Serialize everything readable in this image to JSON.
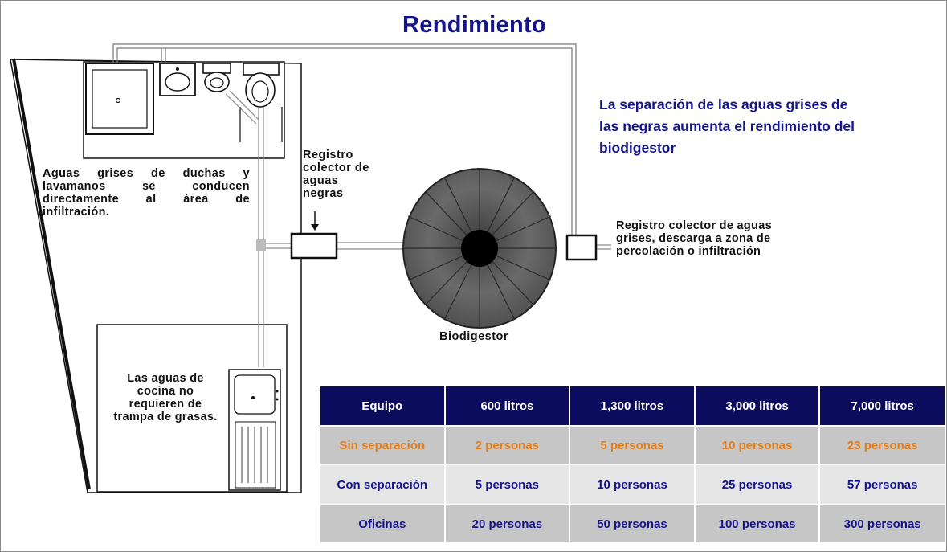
{
  "title": "Rendimiento",
  "note": "La separación de las aguas grises de las negras aumenta el rendimiento del biodigestor",
  "labels": {
    "grey_water": "Aguas grises de duchas y lavamanos se conducen directamente al área de infiltración.",
    "black_register": "Registro colector de aguas negras",
    "grey_register": "Registro colector de aguas grises, descarga a zona de percolación o infiltración",
    "biodigester": "Biodigestor",
    "kitchen": "Las aguas de cocina no requieren de trampa de grasas."
  },
  "table": {
    "headers": [
      "Equipo",
      "600 litros",
      "1,300 litros",
      "3,000 litros",
      "7,000 litros"
    ],
    "rows": [
      [
        "Sin separación",
        "2 personas",
        "5 personas",
        "10 personas",
        "23 personas"
      ],
      [
        "Con separación",
        "5 personas",
        "10 personas",
        "25 personas",
        "57 personas"
      ],
      [
        "Oficinas",
        "20 personas",
        "50 personas",
        "100 personas",
        "300 personas"
      ]
    ]
  },
  "colors": {
    "title": "#14148c",
    "table_header_bg": "#0c0c5e",
    "highlight_row": "#e27d1c",
    "row_gray": "#c6c6c6",
    "row_light": "#e6e6e6"
  }
}
